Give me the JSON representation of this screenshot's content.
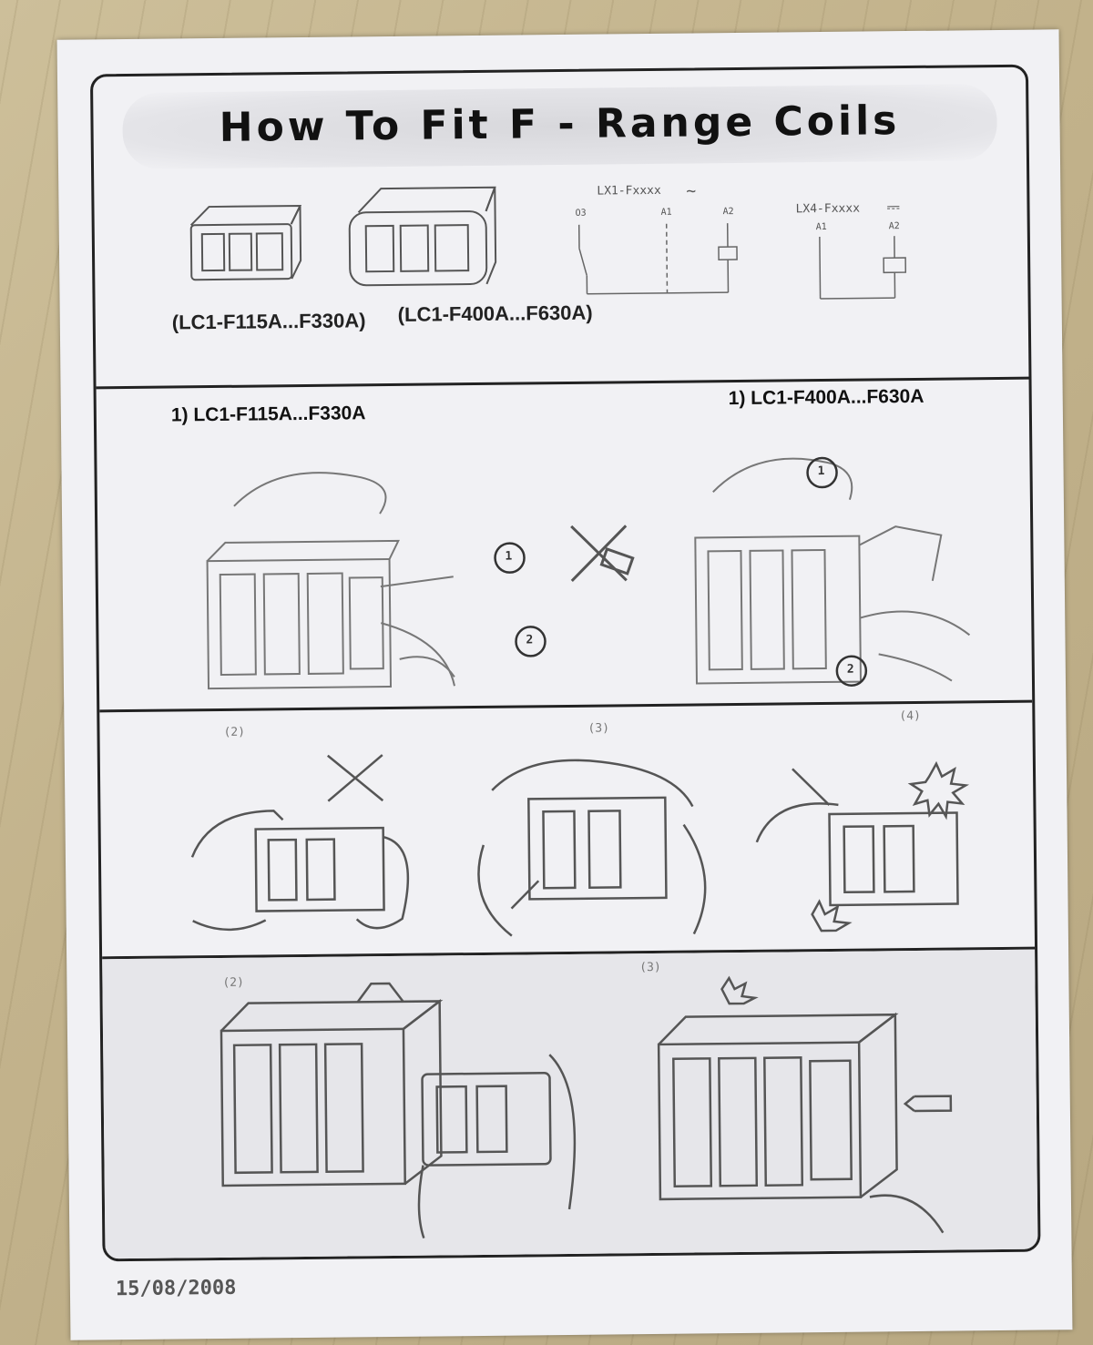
{
  "title": "How To Fit F - Range Coils",
  "header": {
    "caption_left": "(LC1-F115A...F330A)",
    "caption_right": "(LC1-F400A...F630A)",
    "wiring_ac": {
      "label": "LX1-Fxxxx",
      "symbol": "~",
      "terminals": [
        "O3",
        "A1",
        "A2"
      ]
    },
    "wiring_dc": {
      "label": "LX4-Fxxxx",
      "symbol": "⎓",
      "terminals": [
        "A1",
        "A2"
      ]
    }
  },
  "panel1": {
    "left_label": "1) LC1-F115A...F330A",
    "right_label": "1) LC1-F400A...F630A",
    "markers": [
      "1",
      "2"
    ]
  },
  "panel2": {
    "labels": [
      "(2)",
      "(3)",
      "(4)"
    ]
  },
  "panel3": {
    "labels": [
      "(2)",
      "(3)"
    ]
  },
  "footer": {
    "date": "15/08/2008"
  },
  "colors": {
    "ink": "#222222",
    "paper": "#f1f1f4",
    "wood": "#c3b38c"
  }
}
